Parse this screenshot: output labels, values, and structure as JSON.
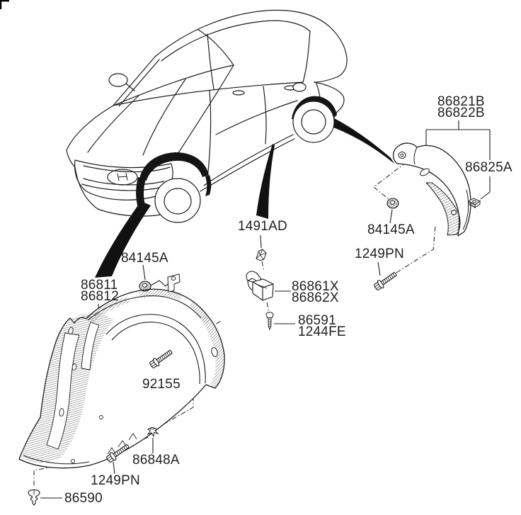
{
  "colors": {
    "background": "#ffffff",
    "line": "#1c1c1c",
    "text": "#1f1f1f",
    "arrow_fill": "#111111"
  },
  "callouts": {
    "rear_guard_line1": "86821B",
    "rear_guard_line2": "86822B",
    "rear_guard_nut": "86825A",
    "rear_nut": "84145A",
    "rear_bolt": "1249PN",
    "sill_clip": "1491AD",
    "bracket_line1": "86861X",
    "bracket_line2": "86862X",
    "bracket_screw_line1": "86591",
    "bracket_screw_line2": "1244FE",
    "front_guard_line1": "86811",
    "front_guard_line2": "86812",
    "front_nut": "84145A",
    "front_upper_bolt": "92155",
    "front_side_clip": "86848A",
    "front_lower_bolt": "1249PN",
    "front_bottom_clip": "86590"
  }
}
